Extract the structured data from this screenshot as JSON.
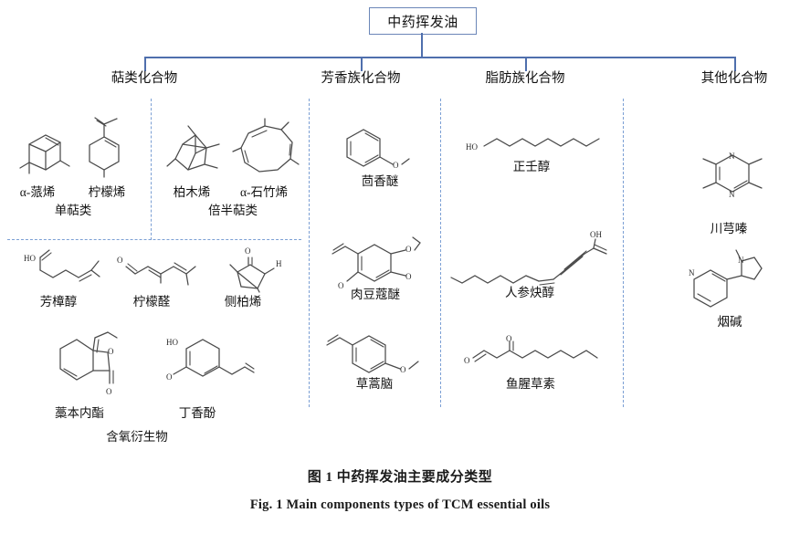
{
  "root": {
    "label": "中药挥发油"
  },
  "categories": [
    {
      "id": "terpenoid",
      "label": "萜类化合物"
    },
    {
      "id": "aromatic",
      "label": "芳香族化合物"
    },
    {
      "id": "aliphatic",
      "label": "脂肪族化合物"
    },
    {
      "id": "other",
      "label": "其他化合物"
    }
  ],
  "terpenoid": {
    "monoterpene": {
      "group_label": "单萜类",
      "compounds": [
        {
          "name": "α-蒎烯",
          "icon": "alpha-pinene-structure"
        },
        {
          "name": "柠檬烯",
          "icon": "limonene-structure"
        }
      ]
    },
    "sesquiterpene": {
      "group_label": "倍半萜类",
      "compounds": [
        {
          "name": "柏木烯",
          "icon": "cedrene-structure"
        },
        {
          "name": "α-石竹烯",
          "icon": "alpha-caryophyllene-structure"
        }
      ]
    },
    "oxygenated": {
      "group_label": "含氧衍生物",
      "compounds": [
        {
          "name": "芳樟醇",
          "icon": "linalool-structure",
          "atom_labels": [
            "HO"
          ]
        },
        {
          "name": "柠檬醛",
          "icon": "citral-structure",
          "atom_labels": [
            "O"
          ]
        },
        {
          "name": "侧柏烯",
          "icon": "thujene-structure",
          "atom_labels": [
            "O",
            "H"
          ]
        },
        {
          "name": "藁本内酯",
          "icon": "ligustilide-structure",
          "atom_labels": [
            "O",
            "O"
          ]
        },
        {
          "name": "丁香酚",
          "icon": "eugenol-structure",
          "atom_labels": [
            "HO",
            "O"
          ]
        }
      ]
    }
  },
  "aromatic": {
    "compounds": [
      {
        "name": "茴香醚",
        "icon": "anisole-structure",
        "atom_labels": [
          "O"
        ]
      },
      {
        "name": "肉豆蔻醚",
        "icon": "myristicin-structure",
        "atom_labels": [
          "O",
          "O",
          "O"
        ]
      },
      {
        "name": "草蒿脑",
        "icon": "estragole-structure",
        "atom_labels": [
          "O"
        ]
      }
    ]
  },
  "aliphatic": {
    "compounds": [
      {
        "name": "正壬醇",
        "icon": "nonanol-structure",
        "atom_labels": [
          "HO"
        ]
      },
      {
        "name": "人参炔醇",
        "icon": "panaxynol-structure",
        "atom_labels": [
          "OH"
        ]
      },
      {
        "name": "鱼腥草素",
        "icon": "houttuynin-structure",
        "atom_labels": [
          "O",
          "O"
        ]
      }
    ]
  },
  "other": {
    "compounds": [
      {
        "name": "川芎嗪",
        "icon": "ligustrazine-structure",
        "atom_labels": [
          "N",
          "N"
        ]
      },
      {
        "name": "烟碱",
        "icon": "nicotine-structure",
        "atom_labels": [
          "N",
          "N"
        ]
      }
    ]
  },
  "caption": {
    "chinese": "图 1    中药挥发油主要成分类型",
    "english": "Fig. 1    Main components types of TCM essential oils"
  },
  "colors": {
    "connector": "#4f6fad",
    "box_border": "#6b86b8",
    "divider": "#7b9fd4",
    "bond": "#4a4a4a",
    "text": "#111111"
  }
}
